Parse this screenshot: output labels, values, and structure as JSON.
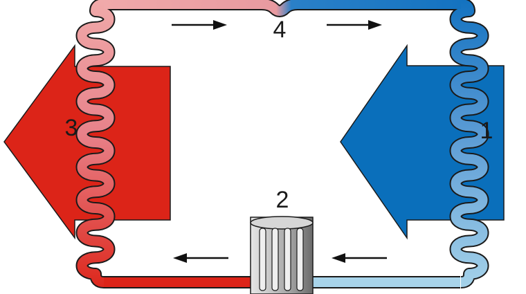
{
  "labels": {
    "evaporator": "1",
    "compressor": "2",
    "condenser": "3",
    "expansion_valve": "4"
  },
  "colors": {
    "hot_arrow": "#dc2418",
    "cold_arrow": "#0a6fbb",
    "pipe_outline": "#1a1a1a",
    "flow_arrow": "#111111",
    "compressor_body": "#b9b9b9"
  },
  "icons": {
    "flow_top": "arrow-right",
    "flow_bottom": "arrow-left",
    "heat_out": "big-arrow-left",
    "heat_in": "big-arrow-left"
  }
}
